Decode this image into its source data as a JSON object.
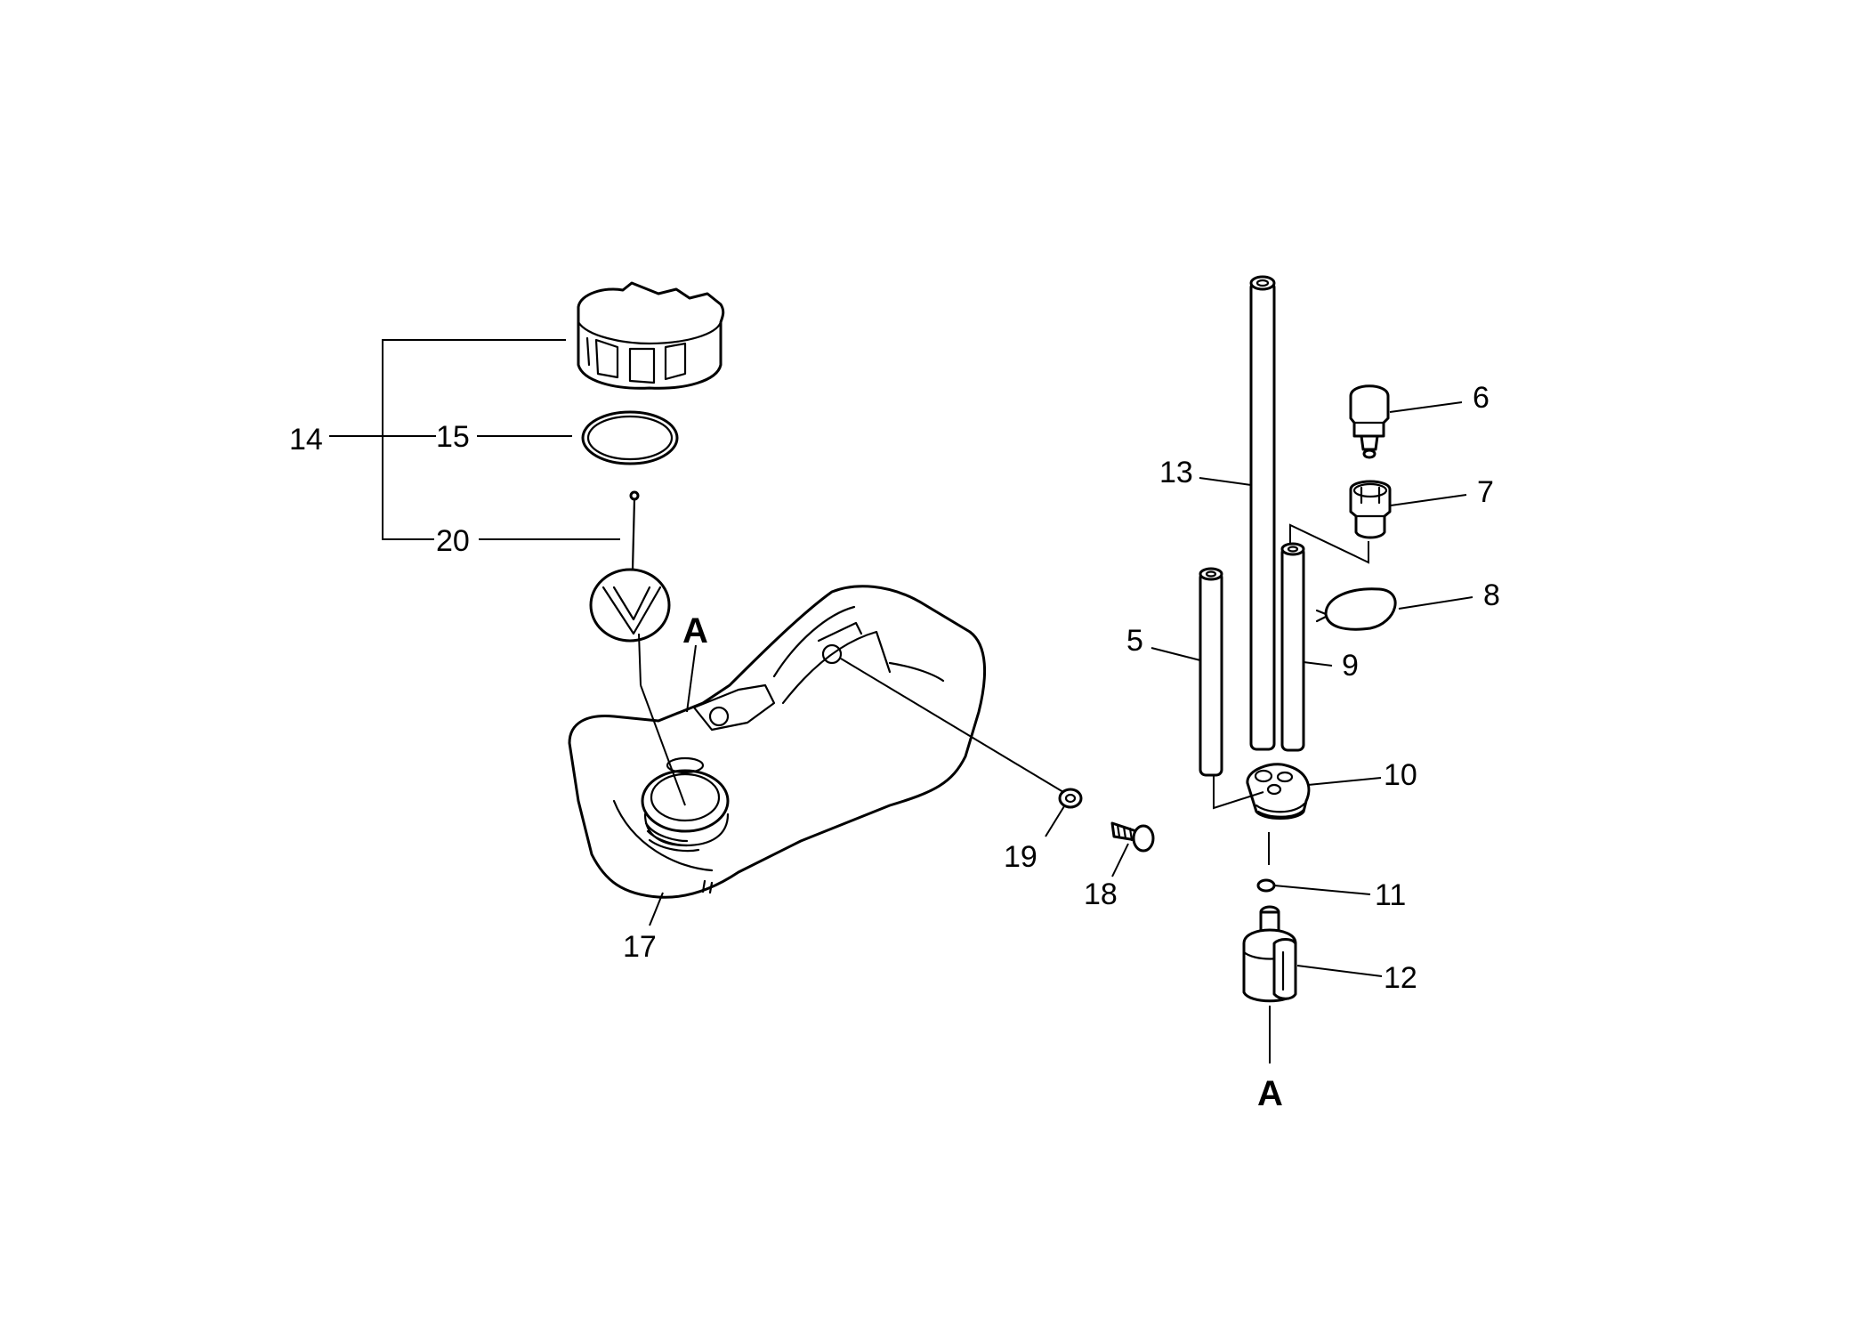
{
  "diagram": {
    "parts": {
      "p5": "5",
      "p6": "6",
      "p7": "7",
      "p8": "8",
      "p9": "9",
      "p10": "10",
      "p11": "11",
      "p12": "12",
      "p13": "13",
      "p14": "14",
      "p15": "15",
      "p17": "17",
      "p18": "18",
      "p19": "19",
      "p20": "20"
    },
    "ref_top": "A",
    "ref_bottom": "A"
  }
}
